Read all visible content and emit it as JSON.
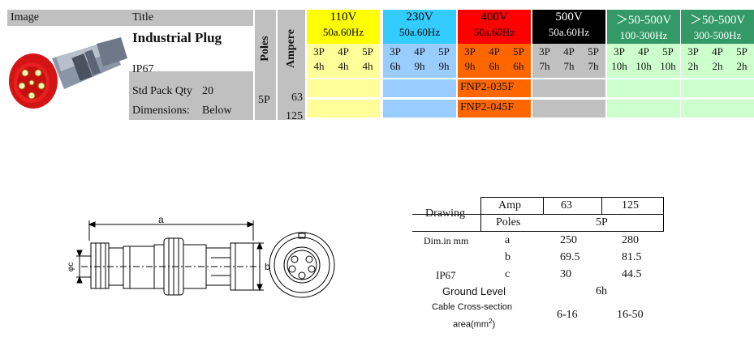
{
  "header": {
    "image_label": "Image",
    "title_label": "Title",
    "product_title": "Industrial Plug",
    "ip": "IP67",
    "std_pack_label": "Std Pack Qty",
    "std_pack_value": "20",
    "dimensions_label": "Dimensions:",
    "dimensions_value": "Below",
    "poles_header": "Poles",
    "ampere_header": "Ampere",
    "poles_value": "5P",
    "amp_rows": [
      "63",
      "125"
    ]
  },
  "voltage_columns": [
    {
      "voltage": "110V",
      "freq": "50a.60Hz",
      "poles": [
        "3P",
        "4P",
        "5P"
      ],
      "hours": [
        "4h",
        "4h",
        "4h"
      ],
      "color": "#ffff00",
      "light": "#ffff99",
      "text": "#000000",
      "rows": [
        "",
        ""
      ]
    },
    {
      "voltage": "230V",
      "freq": "50a.60Hz",
      "poles": [
        "3P",
        "4P",
        "5P"
      ],
      "hours": [
        "6h",
        "9h",
        "9h"
      ],
      "color": "#33ccff",
      "light": "#99ccff",
      "text": "#000000",
      "rows": [
        "",
        ""
      ]
    },
    {
      "voltage": "400V",
      "freq": "50a.60Hz",
      "poles": [
        "3P",
        "4P",
        "5P"
      ],
      "hours": [
        "9h",
        "6h",
        "6h"
      ],
      "color": "#ff0000",
      "light": "#ff6600",
      "text": "#000000",
      "rows": [
        "FNP2-035F",
        "FNP2-045F"
      ]
    },
    {
      "voltage": "500V",
      "freq": "50a.60Hz",
      "poles": [
        "3P",
        "4P",
        "5P"
      ],
      "hours": [
        "7h",
        "7h",
        "7h"
      ],
      "color": "#000000",
      "light": "#c0c0c0",
      "text": "#ffffff",
      "rows": [
        "",
        ""
      ]
    },
    {
      "voltage": "＞50-500V",
      "freq": "100-300Hz",
      "poles": [
        "3P",
        "4P",
        "5P"
      ],
      "hours": [
        "10h",
        "10h",
        "10h"
      ],
      "color": "#339966",
      "light": "#ccffcc",
      "text": "#ffffff",
      "rows": [
        "",
        ""
      ]
    },
    {
      "voltage": "＞50-500V",
      "freq": "300-500Hz",
      "poles": [
        "3P",
        "4P",
        "5P"
      ],
      "hours": [
        "2h",
        "2h",
        "2h"
      ],
      "color": "#339966",
      "light": "#ccffcc",
      "text": "#ffffff",
      "rows": [
        "",
        ""
      ]
    }
  ],
  "drawing": {
    "a": "a",
    "b": "b",
    "c": "φc"
  },
  "spec": {
    "drawing": "Drawing",
    "amp": "Amp",
    "poles": "Poles",
    "amp_63": "63",
    "amp_125": "125",
    "poles_val": "5P",
    "dim_label": "Dim.in mm",
    "ip": "IP67",
    "rows": [
      {
        "k": "a",
        "v1": "250",
        "v2": "280"
      },
      {
        "k": "b",
        "v1": "69.5",
        "v2": "81.5"
      },
      {
        "k": "c",
        "v1": "30",
        "v2": "44.5"
      }
    ],
    "ground_label": "Ground Level",
    "ground_val": "6h",
    "cable_label_1": "Cable Cross-section",
    "cable_label_2": "area(mm",
    "cable_sup": "2",
    "cable_label_3": ")",
    "cable_v1": "6-16",
    "cable_v2": "16-50"
  }
}
